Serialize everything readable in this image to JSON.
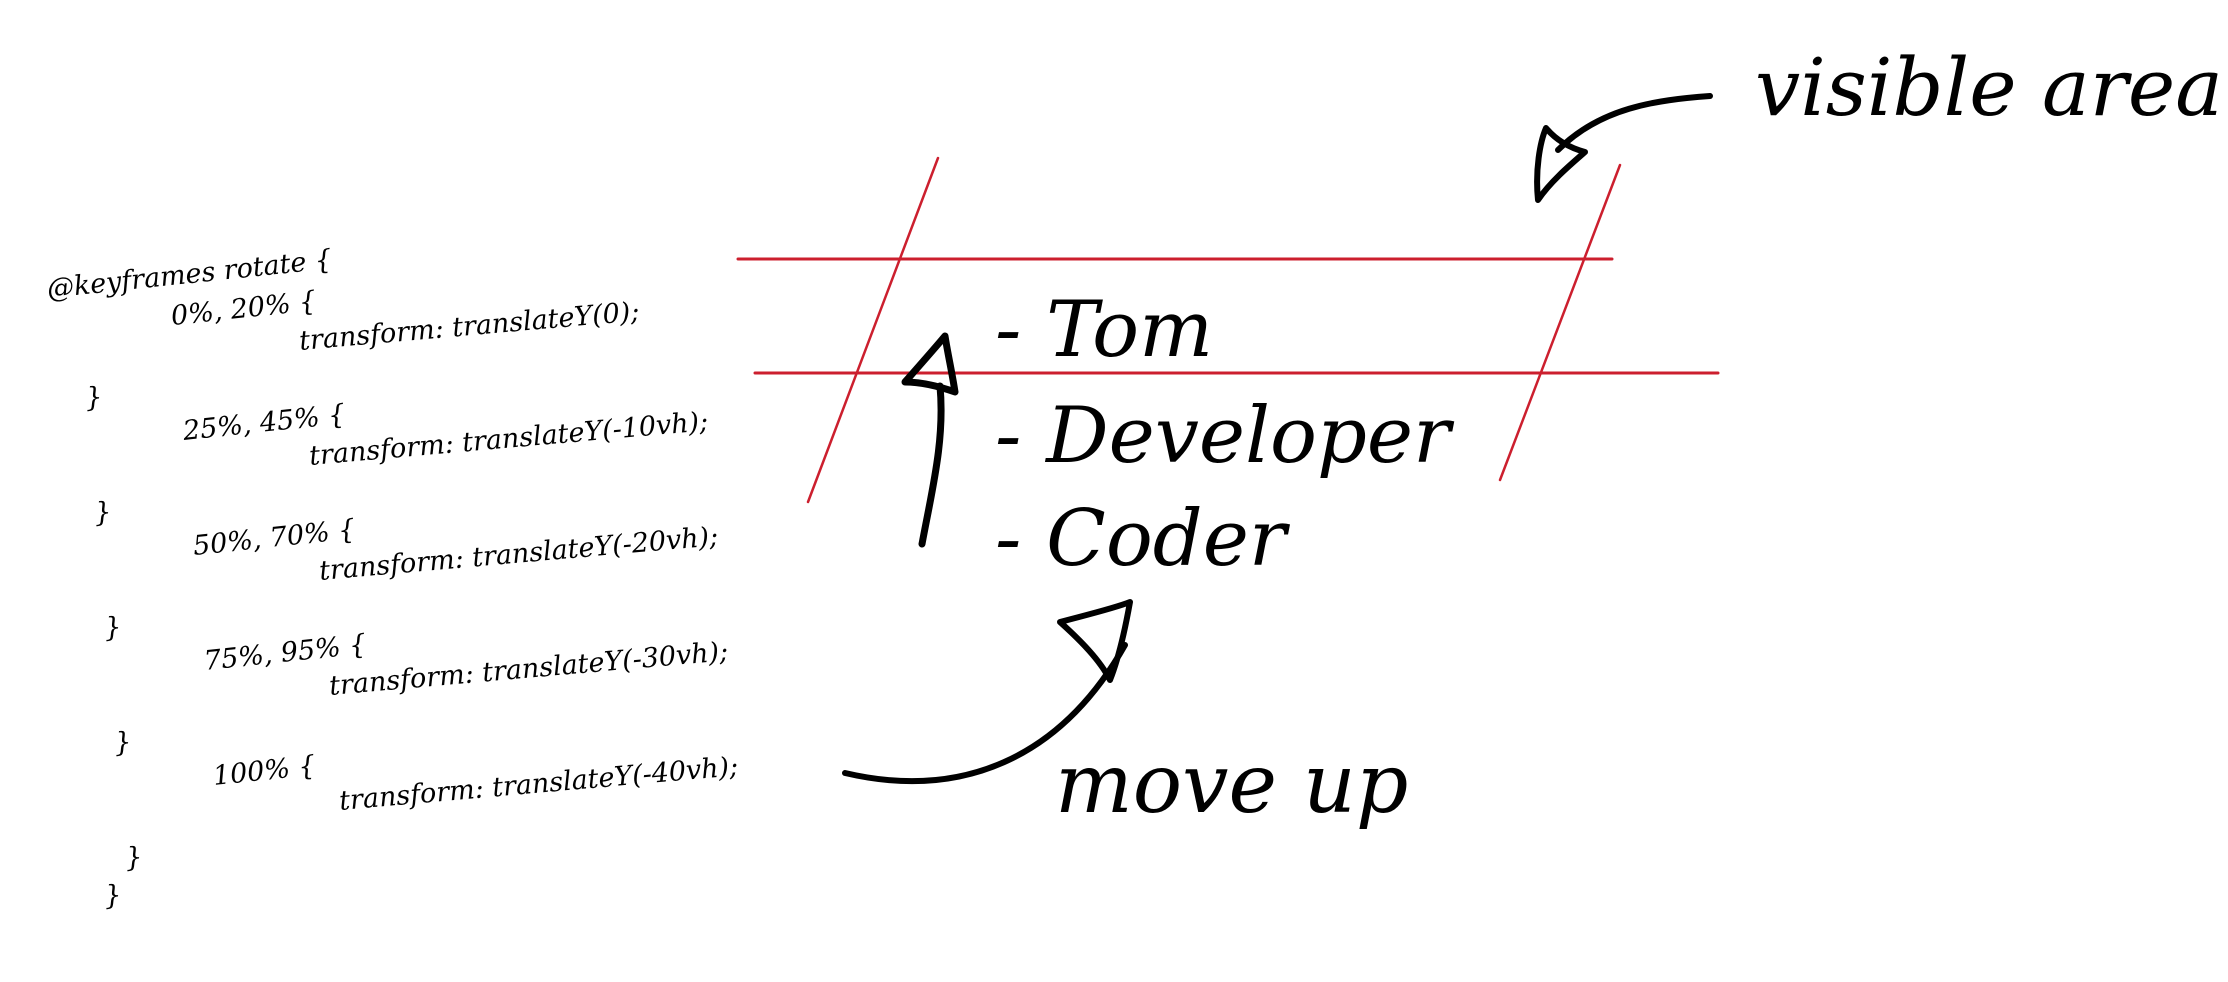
{
  "code": {
    "header": "@keyframes rotate {",
    "lines": [
      "0%, 20% {",
      "transform: translateY(0);",
      "}",
      "25%, 45% {",
      "transform: translateY(-10vh);",
      "}",
      "50%, 70% {",
      "transform: translateY(-20vh);",
      "}",
      "75%, 95% {",
      "transform: translateY(-30vh);",
      "}",
      "100% {",
      "transform: translateY(-40vh);",
      "}",
      "}"
    ]
  },
  "list": {
    "items": [
      "- Tom",
      "- Developer",
      "- Coder"
    ]
  },
  "labels": {
    "visible_area": "visible area",
    "move_up": "move up"
  },
  "colors": {
    "ink": "#000000",
    "frame_red": "#cc1f2e",
    "background": "#ffffff"
  }
}
